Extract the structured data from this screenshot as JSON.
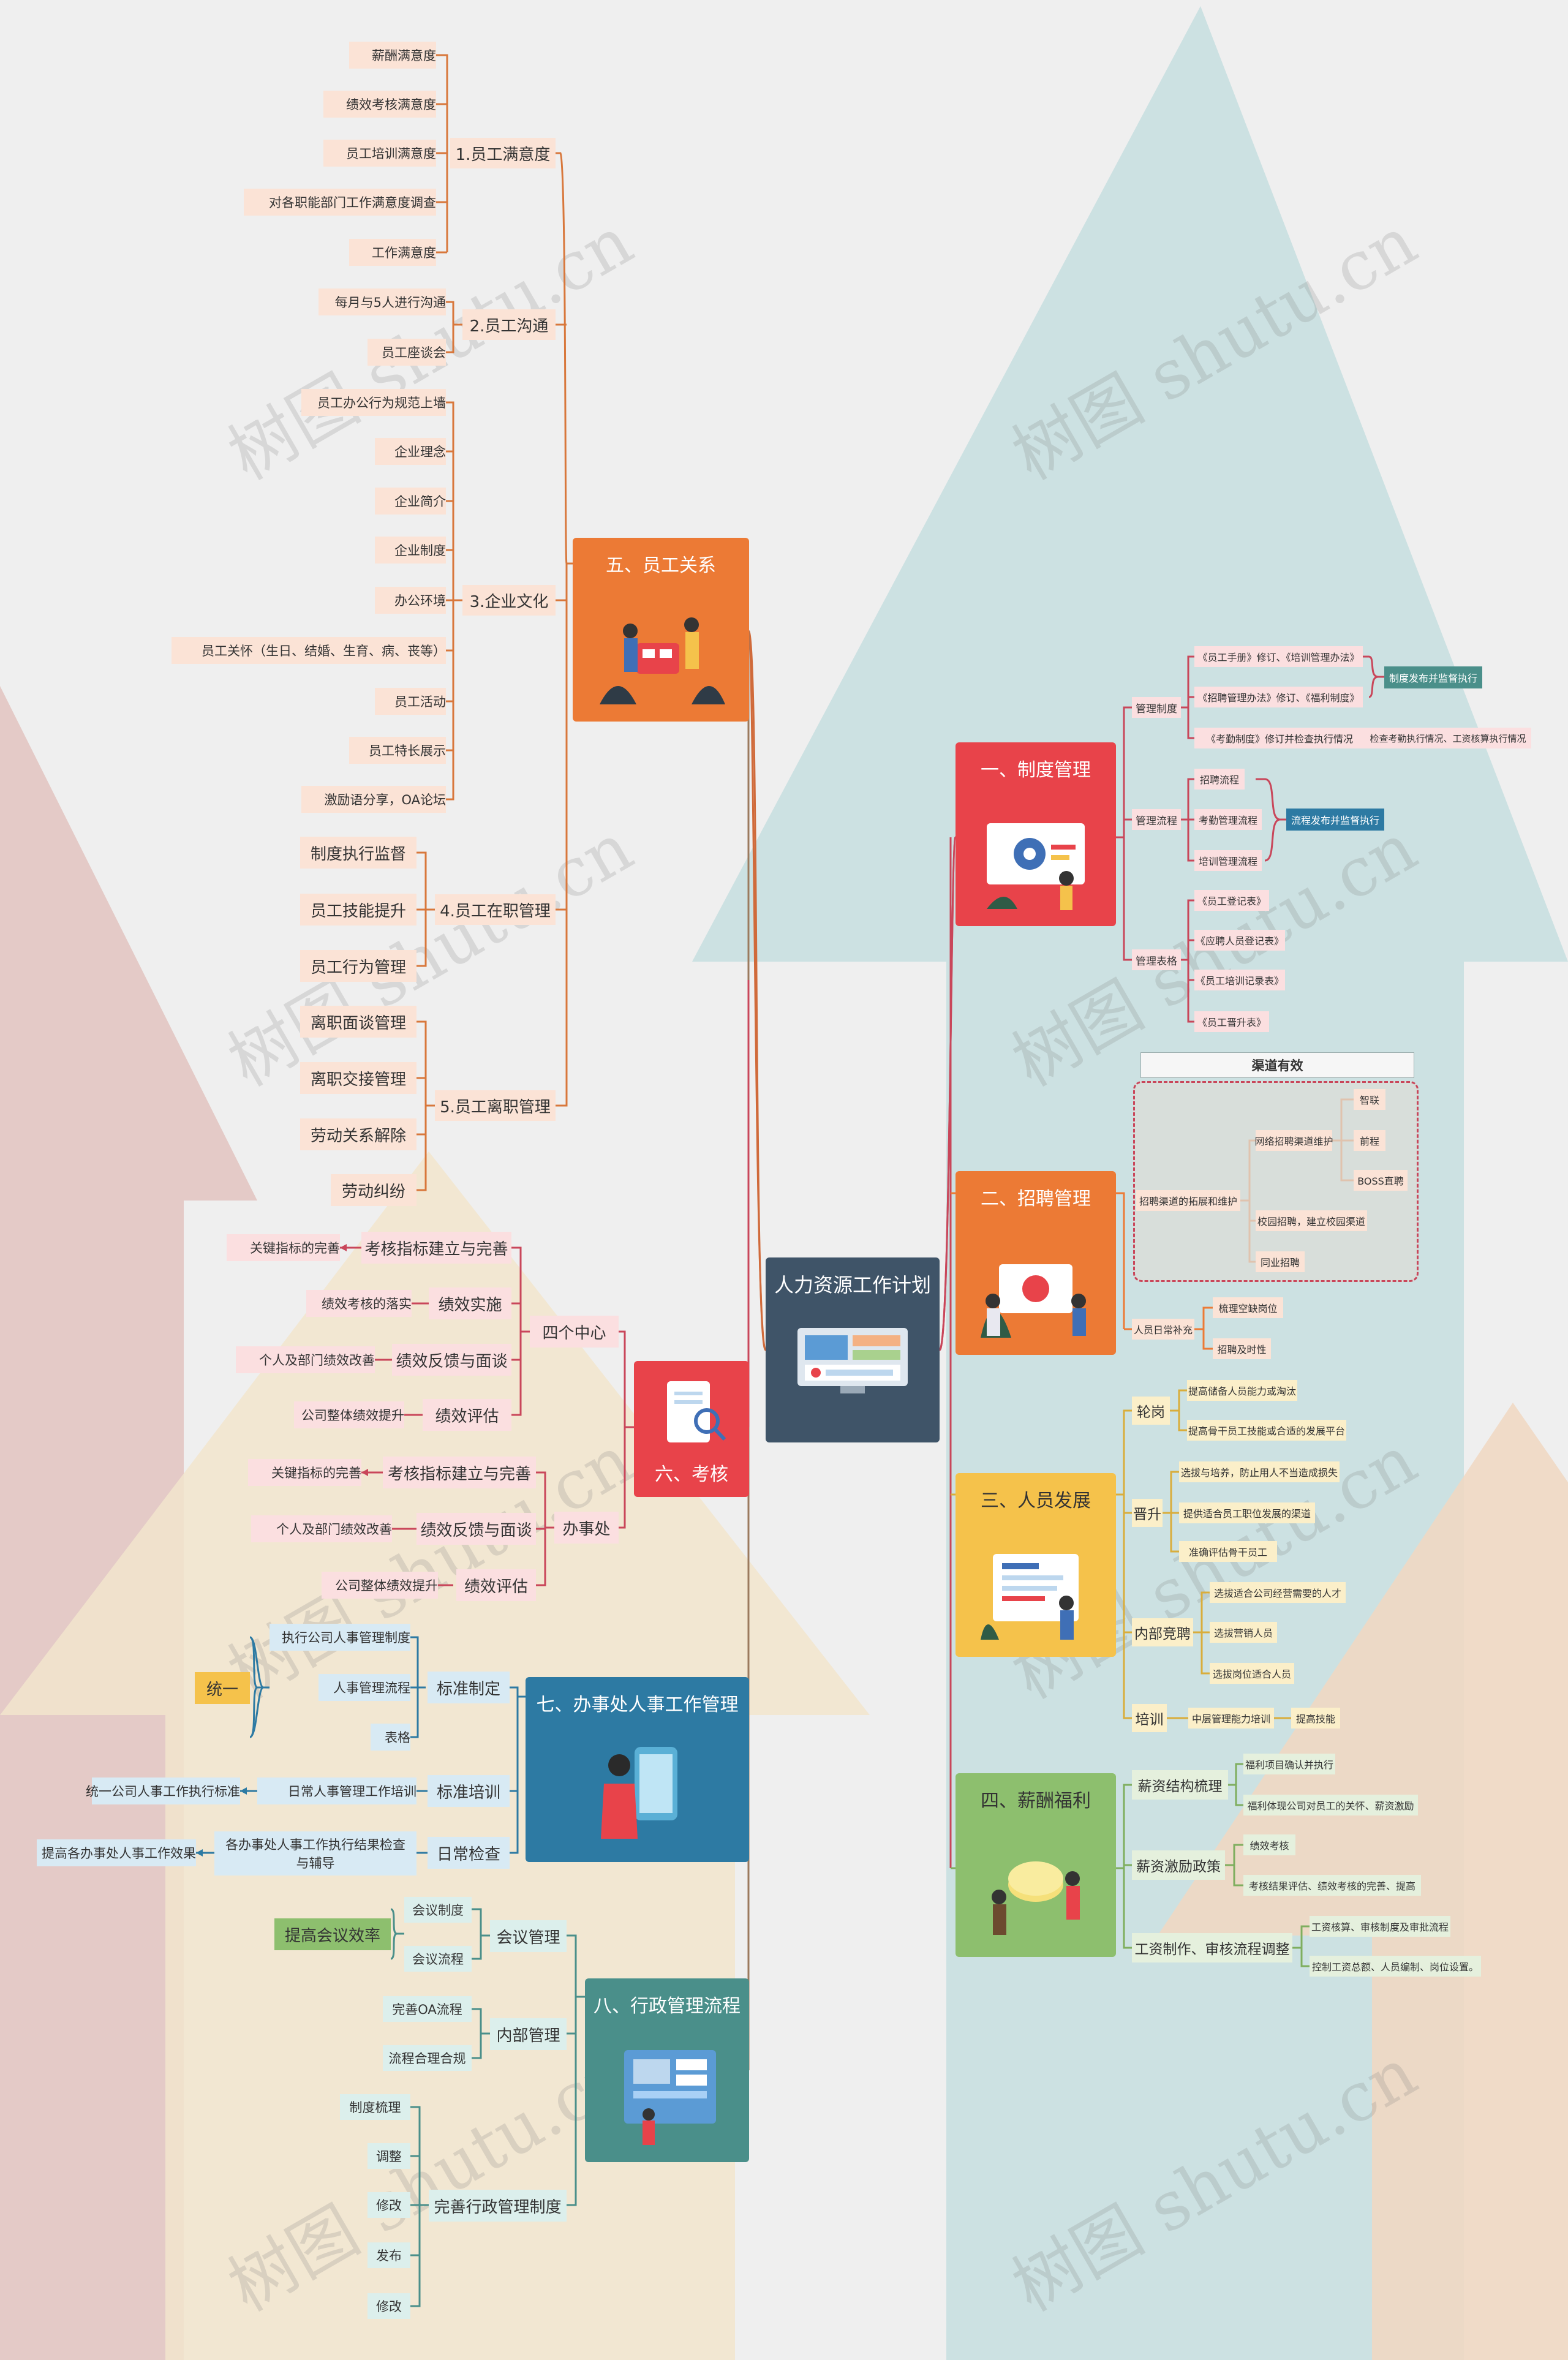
{
  "watermark": "树图 shutu.cn",
  "center": {
    "title": "人力资源工作计划"
  },
  "branches": {
    "b1": {
      "title": "一、制度管理"
    },
    "b2": {
      "title": "二、招聘管理"
    },
    "b3": {
      "title": "三、人员发展"
    },
    "b4": {
      "title": "四、薪酬福利"
    },
    "b5": {
      "title": "五、员工关系"
    },
    "b6": {
      "title": "六、考核"
    },
    "b7": {
      "title": "七、办事处人事工作管理"
    },
    "b8": {
      "title": "八、行政管理流程"
    }
  },
  "colors": {
    "b1": "#e8434a",
    "b2": "#ec7a35",
    "b3": "#f5c24b",
    "b4": "#8dbf6e",
    "b5": "#ec7a35",
    "b6": "#e8434a",
    "b7": "#2d7aa3",
    "b8": "#4a8f8a",
    "center": "#3f5468"
  },
  "labels": {
    "t1": "薪酬满意度",
    "t2": "绩效考核满意度",
    "t3": "员工培训满意度",
    "t4": "对各职能部门工作满意度调查",
    "t5": "工作满意度",
    "t6": "1.员工满意度",
    "t7": "每月与5人进行沟通",
    "t8": "员工座谈会",
    "t9": "2.员工沟通",
    "t10": "员工办公行为规范上墙",
    "t11": "企业理念",
    "t12": "企业简介",
    "t13": "企业制度",
    "t14": "办公环境",
    "t15": "员工关怀（生日、结婚、生育、病、丧等）",
    "t16": "员工活动",
    "t17": "员工特长展示",
    "t18": "激励语分享，OA论坛",
    "t19": "3.企业文化",
    "t20": "制度执行监督",
    "t21": "员工技能提升",
    "t22": "员工行为管理",
    "t23": "4.员工在职管理",
    "t24": "离职面谈管理",
    "t25": "离职交接管理",
    "t26": "劳动关系解除",
    "t27": "劳动纠纷",
    "t28": "5.员工离职管理",
    "t29": "关键指标的完善",
    "t30": "考核指标建立与完善",
    "t31": "绩效考核的落实",
    "t32": "绩效实施",
    "t33": "个人及部门绩效改善",
    "t34": "绩效反馈与面谈",
    "t35": "公司整体绩效提升",
    "t36": "绩效评估",
    "t37": "四个中心",
    "t38": "关键指标的完善",
    "t39": "考核指标建立与完善",
    "t40": "个人及部门绩效改善",
    "t41": "绩效反馈与面谈",
    "t42": "公司整体绩效提升",
    "t43": "绩效评估",
    "t44": "办事处",
    "t45": "统一",
    "t46": "执行公司人事管理制度",
    "t47": "人事管理流程",
    "t48": "表格",
    "t49": "标准制定",
    "t50": "统一公司人事工作执行标准",
    "t51": "日常人事管理工作培训",
    "t52": "标准培训",
    "t53": "提高各办事处人事工作效果",
    "t54a": "各办事处人事工作执行结果检查",
    "t54b": "与辅导",
    "t55": "日常检查",
    "t56": "提高会议效率",
    "t57": "会议制度",
    "t58": "会议流程",
    "t59": "会议管理",
    "t60": "完善OA流程",
    "t61": "流程合理合规",
    "t62": "内部管理",
    "t63": "制度梳理",
    "t64": "调整",
    "t65": "修改",
    "t66": "发布",
    "t67": "修改",
    "t68": "完善行政管理制度",
    "r1": "管理制度",
    "r2": "《员工手册》修订、《培训管理办法》",
    "r3": "《招聘管理办法》修订、《福利制度》",
    "r4": "《考勤制度》修订并检查执行情况",
    "r5": "制度发布并监督执行",
    "r6": "检查考勤执行情况、工资核算执行情况",
    "r7": "管理流程",
    "r8": "招聘流程",
    "r9": "考勤管理流程",
    "r10": "培训管理流程",
    "r11": "流程发布并监督执行",
    "r12": "管理表格",
    "r13": "《员工登记表》",
    "r14": "《应聘人员登记表》",
    "r15": "《员工培训记录表》",
    "r16": "《员工晋升表》",
    "r17": "渠道有效",
    "r18": "招聘渠道的拓展和维护",
    "r19": "网络招聘渠道维护",
    "r20": "智联",
    "r21": "前程",
    "r22": "BOSS直聘",
    "r23": "校园招聘，建立校园渠道",
    "r24": "同业招聘",
    "r25": "人员日常补充",
    "r26": "梳理空缺岗位",
    "r27": "招聘及时性",
    "r28": "轮岗",
    "r29": "提高储备人员能力或淘汰",
    "r30": "提高骨干员工技能或合适的发展平台",
    "r31": "晋升",
    "r32": "选拔与培养，防止用人不当造成损失",
    "r33": "提供适合员工职位发展的渠道",
    "r34": "准确评估骨干员工",
    "r35": "内部竞聘",
    "r36": "选拔适合公司经营需要的人才",
    "r37": "选拔营销人员",
    "r38": "选拔岗位适合人员",
    "r39": "培训",
    "r40": "中层管理能力培训",
    "r41": "提高技能",
    "r42": "薪资结构梳理",
    "r43": "福利项目确认并执行",
    "r44": "福利体现公司对员工的关怀、薪资激励",
    "r45": "薪资激励政策",
    "r46": "绩效考核",
    "r47": "考核结果评估、绩效考核的完善、提高",
    "r48": "工资制作、审核流程调整",
    "r49": "工资核算、审核制度及审批流程",
    "r50": "控制工资总额、人员编制、岗位设置。"
  }
}
